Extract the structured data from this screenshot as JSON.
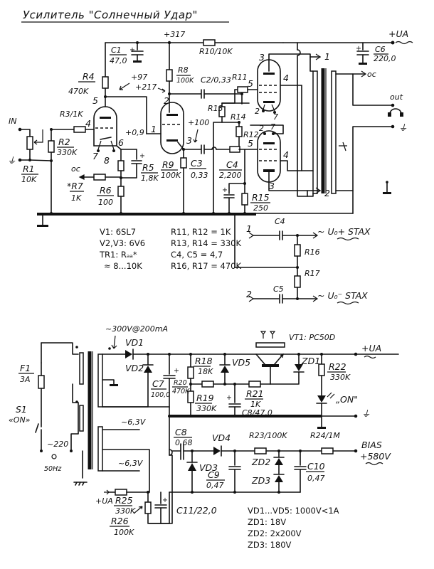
{
  "title": "Усилитель \"Солнечный Удар\"",
  "amplifier": {
    "supply_top": "+317",
    "supply_out": "+UA",
    "components": {
      "C1": {
        "name": "C1",
        "value": "47,0"
      },
      "R4": {
        "name": "R4",
        "value": "470K"
      },
      "R3": {
        "name": "R3/1K"
      },
      "R2": {
        "name": "R2",
        "value": "330K"
      },
      "R1": {
        "name": "R1",
        "value": "10K"
      },
      "R5": {
        "name": "R5",
        "value": "1,8K"
      },
      "R6": {
        "name": "R6",
        "value": "100"
      },
      "R7": {
        "name": "*R7",
        "value": "1K"
      },
      "R8": {
        "name": "R8",
        "value": "100K"
      },
      "R9": {
        "name": "R9",
        "value": "100K"
      },
      "C2": {
        "name": "C2/0,33"
      },
      "C3": {
        "name": "C3",
        "value": "0,33"
      },
      "R10": {
        "name": "R10/10K"
      },
      "R11": {
        "name": "R11"
      },
      "R12": {
        "name": "R12"
      },
      "R13": {
        "name": "R13"
      },
      "R14": {
        "name": "R14"
      },
      "C4": {
        "name": "C4",
        "value": "2,200"
      },
      "R15": {
        "name": "R15",
        "value": "250"
      },
      "C6": {
        "name": "C6",
        "value": "220,0"
      }
    },
    "voltages": {
      "v1_anode": "+97",
      "v2_anode": "+217",
      "v1_cathode": "+0,9",
      "v2_cathode": "+100"
    },
    "pins": {
      "v1_anode": "5",
      "v1_grid": "4",
      "v1_cathode": "6",
      "v1_heater_a": "7",
      "v1_heater_b": "8",
      "v2_anode": "2",
      "v2_grid": "1",
      "v2_cathode": "3",
      "v3_anode": "3",
      "v3_g2": "4",
      "v3_g1": "5",
      "v3_heater_a": "2",
      "v3_heater_b": "7",
      "v4_g1": "5",
      "v4_g2": "4",
      "v4_cathode": "3",
      "v4_heater_a": "2",
      "v4_heater_b": "7"
    },
    "terminals": {
      "in": "IN",
      "gnd": "⏚",
      "oc": "oc",
      "oc_out": "oc",
      "out": "out",
      "out_gnd": "⏚",
      "tap1": "1",
      "tap2": "2",
      "cross_mark": "×"
    },
    "parts_list": [
      "V1: 6SL7",
      "V2,V3: 6V6",
      "TR1: Rₐₐ*",
      "≈ 8...10K"
    ],
    "values_list": [
      "R11, R12 = 1K",
      "R13, R14 = 330K",
      "C4, C5 = 4,7",
      "R16, R17 = 470K"
    ]
  },
  "stax_output": {
    "C4": "C4",
    "C5": "C5",
    "R16": "R16",
    "R17": "R17",
    "in1": "1",
    "in2": "2",
    "out_plus": "~ U₀+ STAX",
    "out_minus": "~ U₀⁻ STAX"
  },
  "power_supply": {
    "secondary_rating": "~300V@200mA",
    "F1": {
      "name": "F1",
      "value": "3A"
    },
    "S1": {
      "name": "S1",
      "value": "«ON»"
    },
    "mains": "~220",
    "mains_freq": "50Hz",
    "heater1": "~6,3V",
    "heater2": "~6,3V",
    "VD1": "VD1",
    "VD2": "VD2",
    "VD3": "VD3",
    "VD4": "VD4",
    "VD5": "VD5",
    "C7": {
      "name": "C7",
      "value": "100,0"
    },
    "R18": {
      "name": "R18",
      "value": "18K"
    },
    "R19": {
      "name": "R19",
      "value": "330K"
    },
    "R20": {
      "name": "R20",
      "value": "470K"
    },
    "R21": {
      "name": "R21",
      "value": "1K"
    },
    "C8_top": "C8/47,0",
    "VT1": "VT1: PC50D",
    "ZD1": "ZD1",
    "R22": {
      "name": "R22",
      "value": "330K"
    },
    "led_label": "„ON\"",
    "out_plus": "+UA",
    "out_gnd": "⏚",
    "C8": {
      "name": "C8",
      "value": "0,68"
    },
    "C9": {
      "name": "C9",
      "value": "0,47"
    },
    "C10": {
      "name": "C10",
      "value": "0,47"
    },
    "R23": "R23/100K",
    "R24": "R24/1M",
    "ZD2": "ZD2",
    "ZD3": "ZD3",
    "bias": "BIAS",
    "bias_v": "+580V",
    "R25": {
      "name": "R25",
      "value": "330K"
    },
    "R26": {
      "name": "R26",
      "value": "100K"
    },
    "ua_in": "+UA",
    "C11": "C11/22,0",
    "notes": [
      "VD1...VD5: 1000V<1A",
      "ZD1: 18V",
      "ZD2: 2x200V",
      "ZD3: 180V"
    ]
  }
}
